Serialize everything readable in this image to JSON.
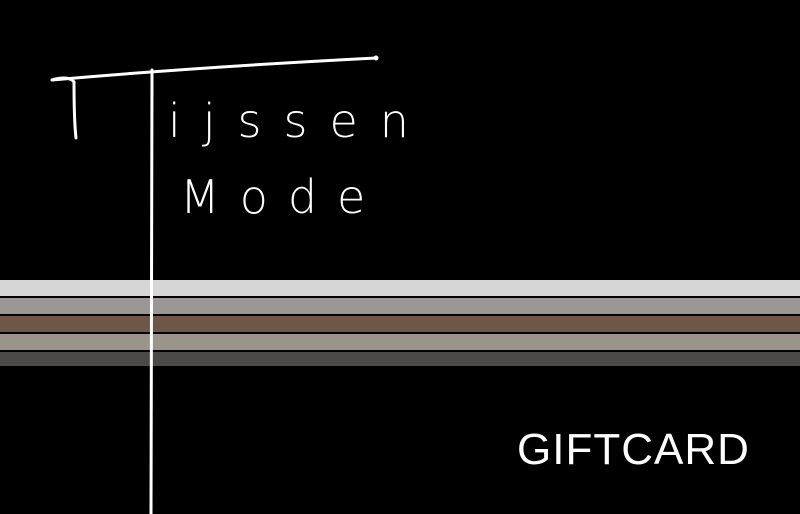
{
  "brand": {
    "line1_prefix": "T",
    "line1_rest": "ijssen",
    "line2": "Mode"
  },
  "label": "GIFTCARD",
  "colors": {
    "background": "#000000",
    "foreground": "#ffffff",
    "stripes": [
      "#d6d6d6",
      "#9a9895",
      "#6e5744",
      "#9b948a",
      "#4b4a48"
    ]
  }
}
